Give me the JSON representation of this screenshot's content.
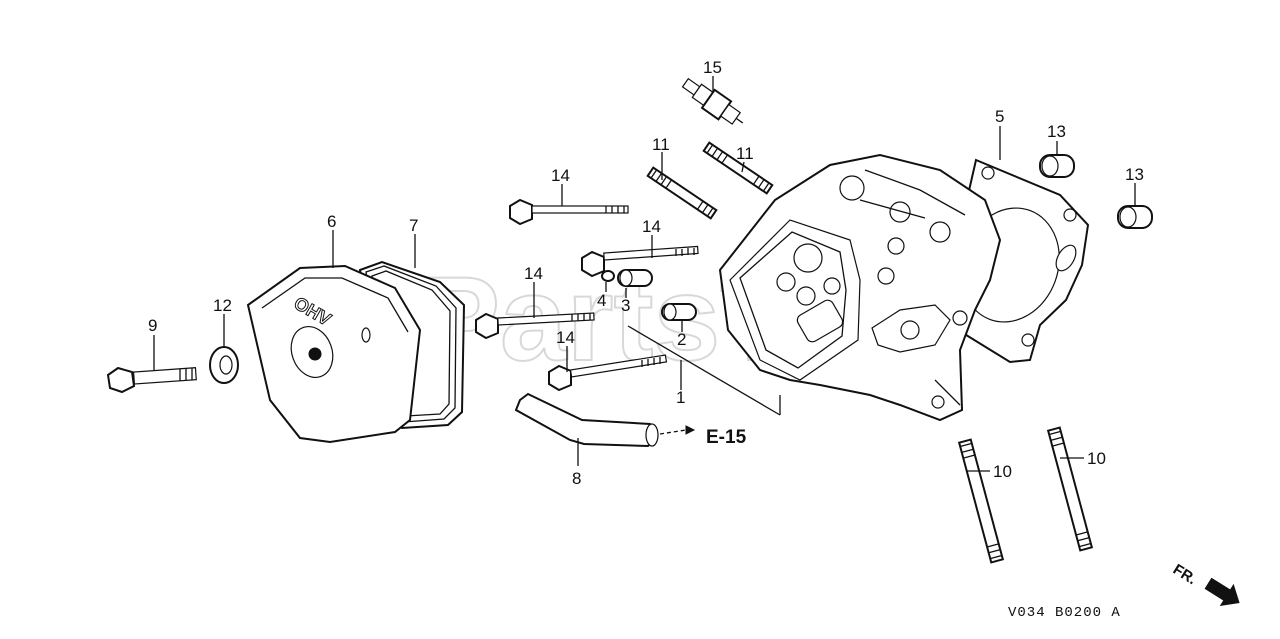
{
  "watermark": "PartsTree",
  "reference_arrow": "E-15",
  "direction_label": "FR.",
  "diagram_code": "V034  B0200 A",
  "callouts": [
    "15",
    "11",
    "11",
    "14",
    "14",
    "14",
    "14",
    "5",
    "13",
    "13",
    "6",
    "7",
    "12",
    "9",
    "4",
    "3",
    "2",
    "1",
    "8",
    "10",
    "10"
  ]
}
